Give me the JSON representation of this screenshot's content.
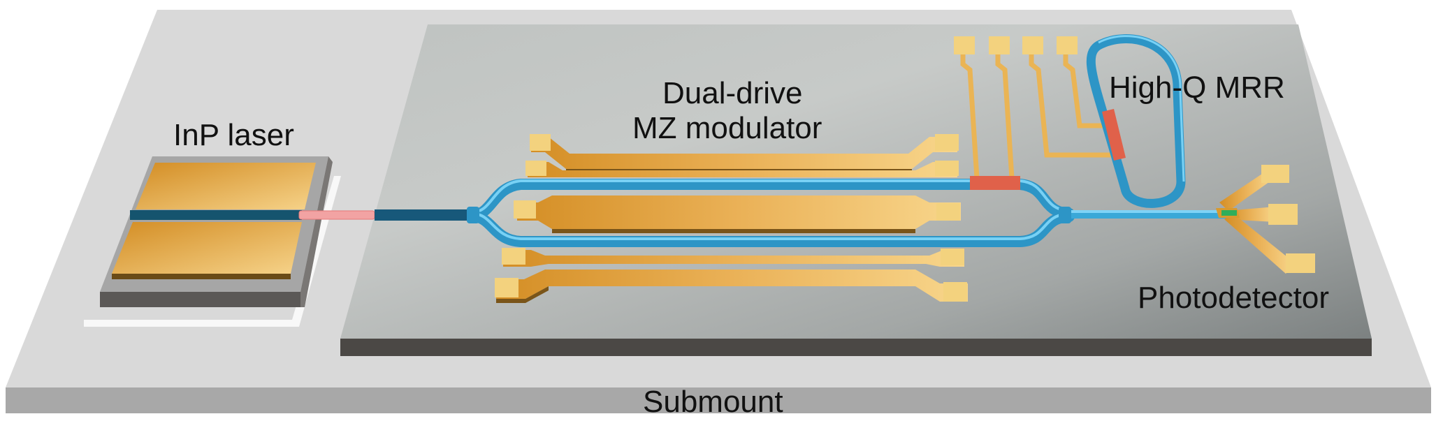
{
  "labels": {
    "laser": "InP laser",
    "modulator_line1": "Dual-drive",
    "modulator_line2": "MZ modulator",
    "mrr": "High-Q MRR",
    "photodetector": "Photodetector",
    "submount": "Submount"
  },
  "colors": {
    "submount_top": "#d8d8d8",
    "submount_edge": "#a9a9a9",
    "chip_top_light": "#c9ccca",
    "chip_top_dark": "#8f9493",
    "chip_edge": "#4a4744",
    "gold_light": "#f6d486",
    "gold_dark": "#d89a2e",
    "waveguide": "#3aa8d8",
    "waveguide_dark": "#15546e",
    "heater": "#e0614a",
    "laser_beam": "#f4a7a7",
    "detector": "#2fae5a"
  }
}
